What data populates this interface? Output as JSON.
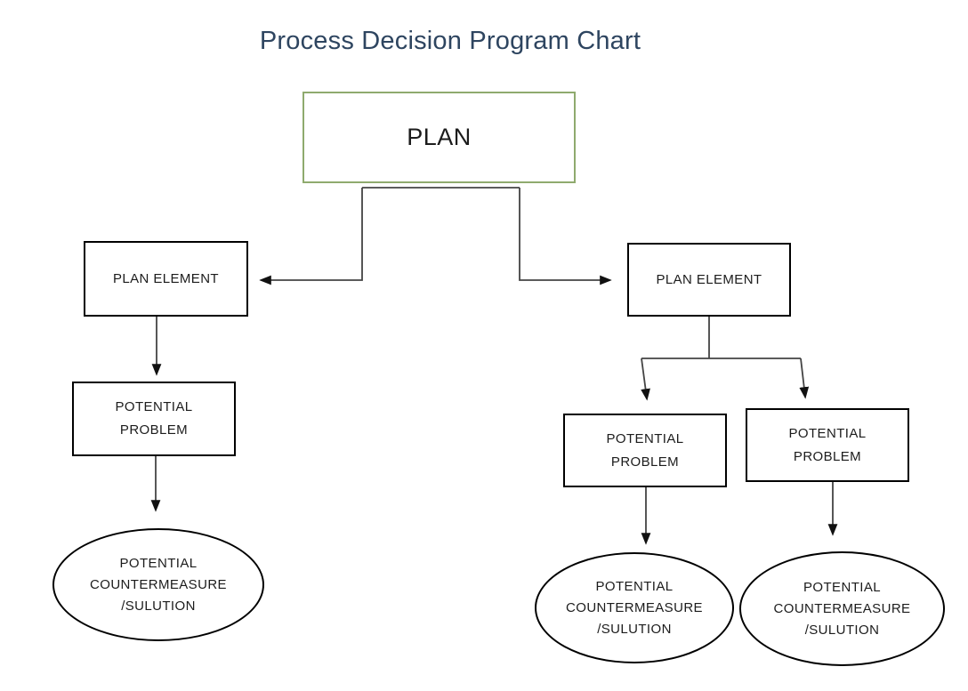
{
  "title": "Process Decision Program Chart",
  "colors": {
    "background": "#ffffff",
    "title": "#2e4560",
    "plan_border": "#8faa6e",
    "node_border": "#000000",
    "connector": "#444444",
    "arrowhead": "#111111"
  },
  "nodes": {
    "plan": {
      "label": "PLAN"
    },
    "plan_element_left": {
      "label": "PLAN ELEMENT"
    },
    "plan_element_right": {
      "label": "PLAN ELEMENT"
    },
    "problem_left": {
      "lines": [
        "POTENTIAL",
        "PROBLEM"
      ]
    },
    "problem_middle": {
      "lines": [
        "POTENTIAL",
        "PROBLEM"
      ]
    },
    "problem_right": {
      "lines": [
        "POTENTIAL",
        "PROBLEM"
      ]
    },
    "countermeasure_left": {
      "lines": [
        "POTENTIAL",
        "COUNTERMEASURE",
        "/SULUTION"
      ]
    },
    "countermeasure_middle": {
      "lines": [
        "POTENTIAL",
        "COUNTERMEASURE",
        "/SULUTION"
      ]
    },
    "countermeasure_right": {
      "lines": [
        "POTENTIAL",
        "COUNTERMEASURE",
        "/SULUTION"
      ]
    }
  }
}
